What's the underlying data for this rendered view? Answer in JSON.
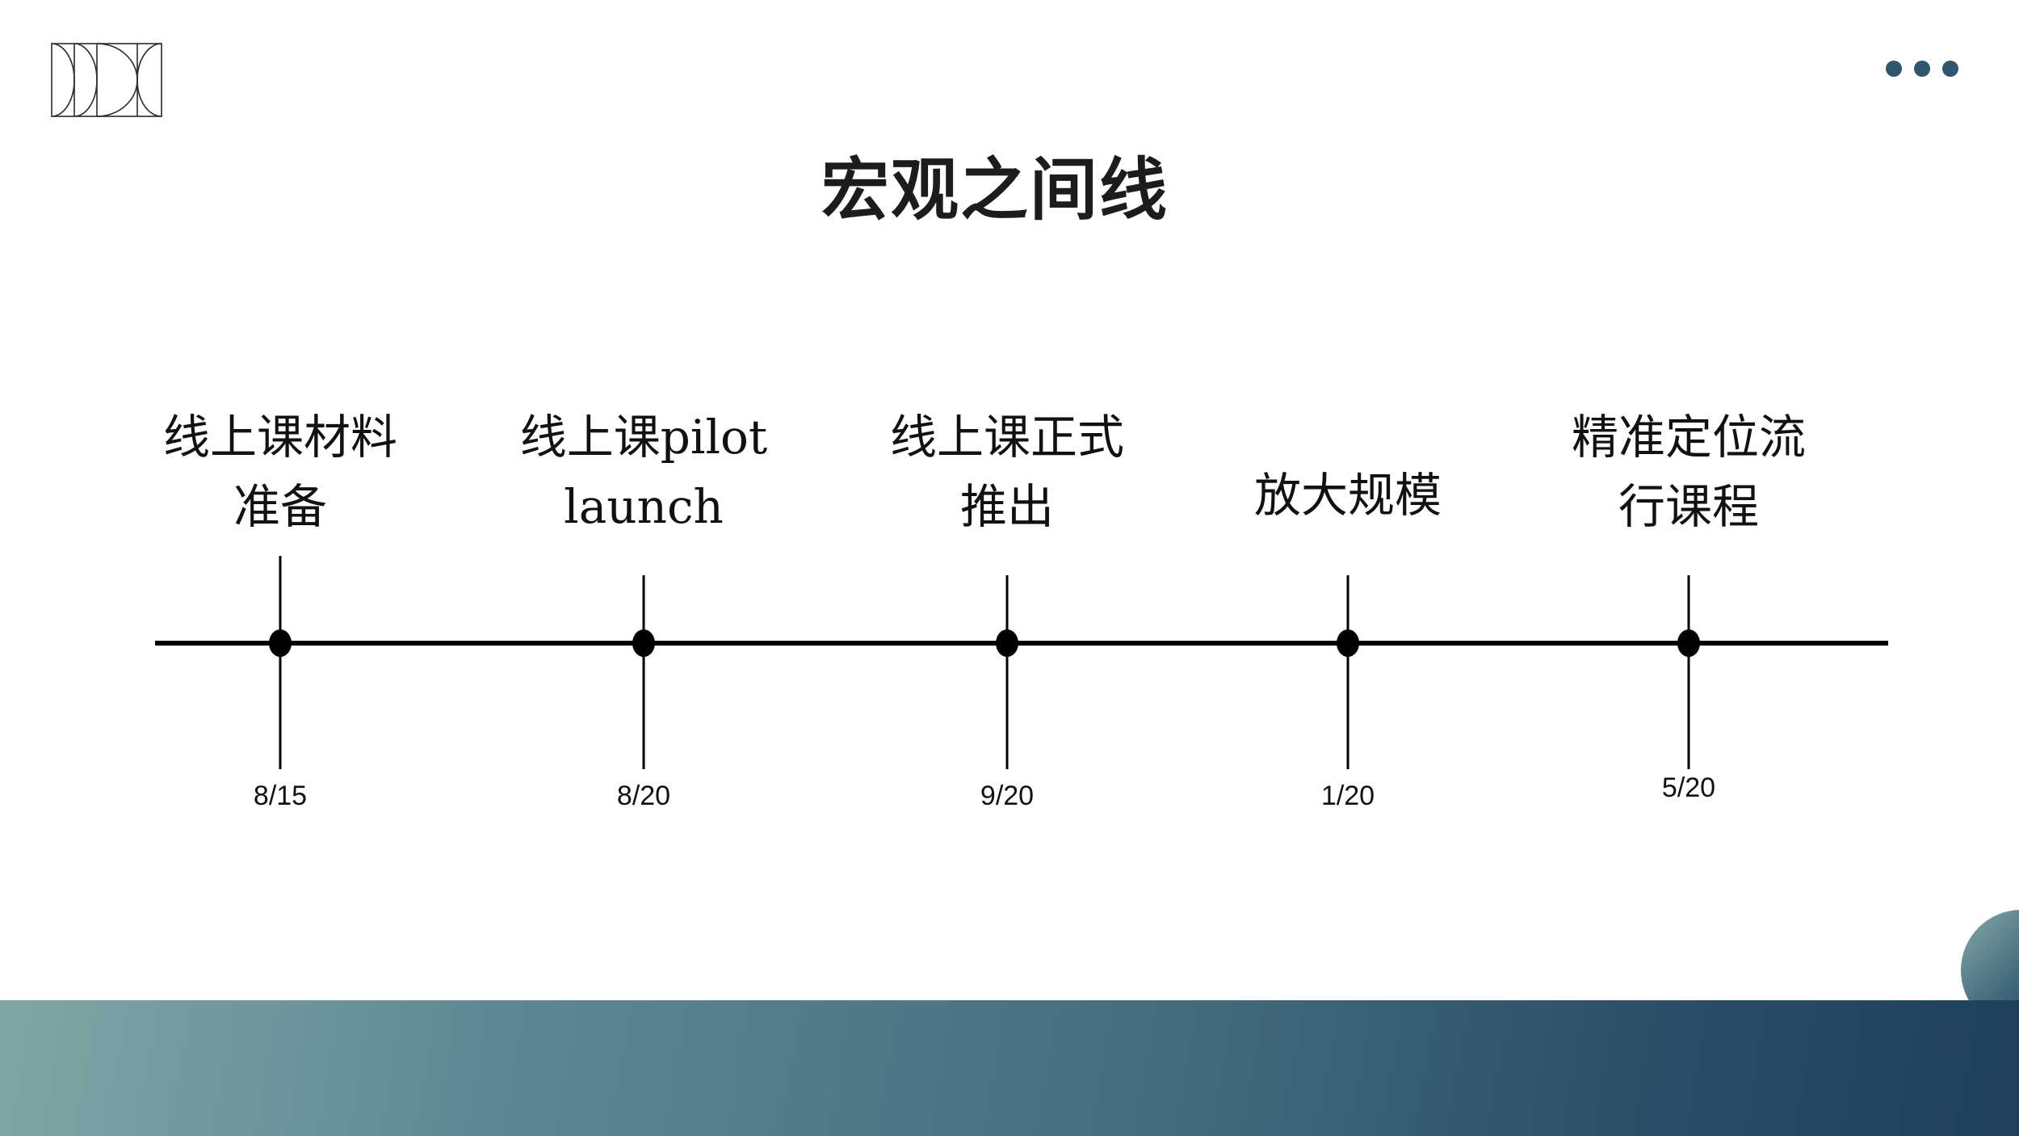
{
  "slide": {
    "title": "宏观之间线",
    "menu_icon": "three-dots-icon",
    "logo_icon": "geometric-logo-icon",
    "colors": {
      "accent_dark": "#1f3f5c",
      "accent_light": "#7fa7a6",
      "line": "#000000"
    }
  },
  "timeline": {
    "milestones": [
      {
        "label": "线上课材料\n准备",
        "date": "8/15"
      },
      {
        "label": "线上课pilot\nlaunch",
        "date": "8/20"
      },
      {
        "label": "线上课正式\n推出",
        "date": "9/20"
      },
      {
        "label": "放大规模",
        "date": "1/20"
      },
      {
        "label": "精准定位流\n行课程",
        "date": "5/20"
      }
    ]
  }
}
